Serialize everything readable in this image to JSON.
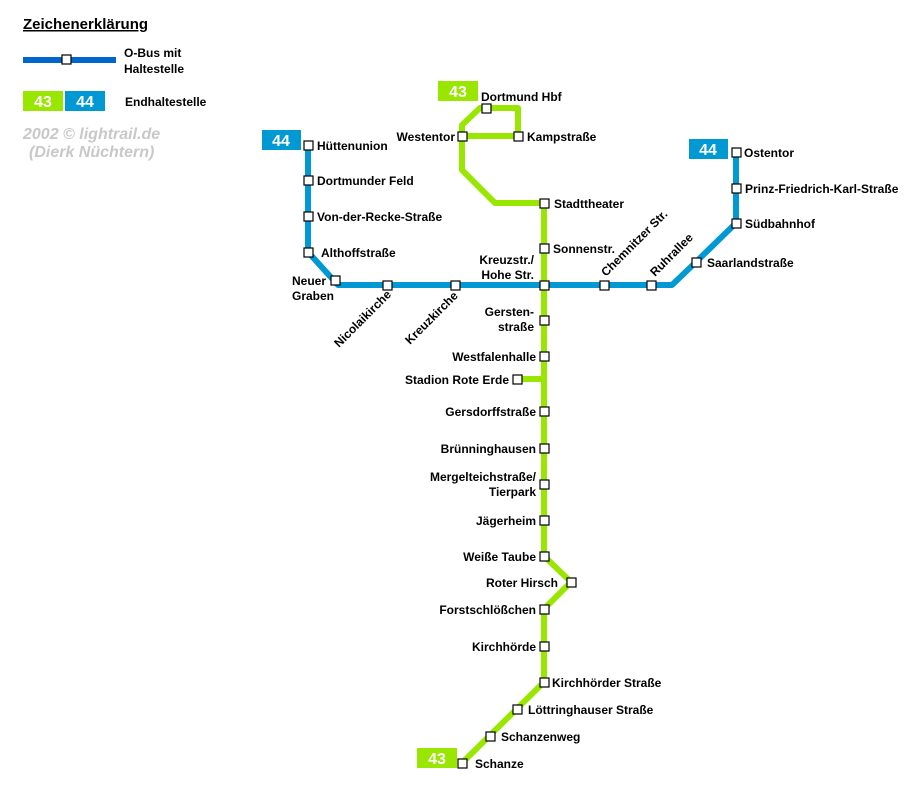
{
  "legend": {
    "title": "Zeichenerklärung",
    "bus_line_label_1": "O-Bus mit",
    "bus_line_label_2": "Haltestelle",
    "terminus_label": "Endhaltestelle",
    "badge_43": "43",
    "badge_44": "44"
  },
  "credit": {
    "line1": "2002 © lightrail.de",
    "line2": "(Dierk Nüchtern)"
  },
  "colors": {
    "line_43": "#99e600",
    "line_44": "#0099d4",
    "legend_line": "#0066cc"
  },
  "line_44": {
    "number": "44",
    "stops": [
      "Hüttenunion",
      "Dortmunder Feld",
      "Von-der-Recke-Straße",
      "Althoffstraße",
      "Neuer",
      "Graben",
      "Nicolaikirche",
      "Kreuzkirche",
      "Chemnitzer Str.",
      "Ruhrallee",
      "Saarlandstraße",
      "Südbahnhof",
      "Prinz-Friedrich-Karl-Straße",
      "Ostentor"
    ]
  },
  "line_43": {
    "number": "43",
    "stops": [
      "Dortmund Hbf",
      "Westentor",
      "Kampstraße",
      "Stadttheater",
      "Sonnenstr.",
      "Kreuzstr./",
      "Hohe Str.",
      "Gersten-",
      "straße",
      "Westfalenhalle",
      "Stadion Rote Erde",
      "Gersdorffstraße",
      "Brünninghausen",
      "Mergelteichstraße/",
      "Tierpark",
      "Jägerheim",
      "Weiße Taube",
      "Roter Hirsch",
      "Forstschlößchen",
      "Kirchhörde",
      "Kirchhörder Straße",
      "Löttringhauser Straße",
      "Schanzenweg",
      "Schanze"
    ]
  }
}
